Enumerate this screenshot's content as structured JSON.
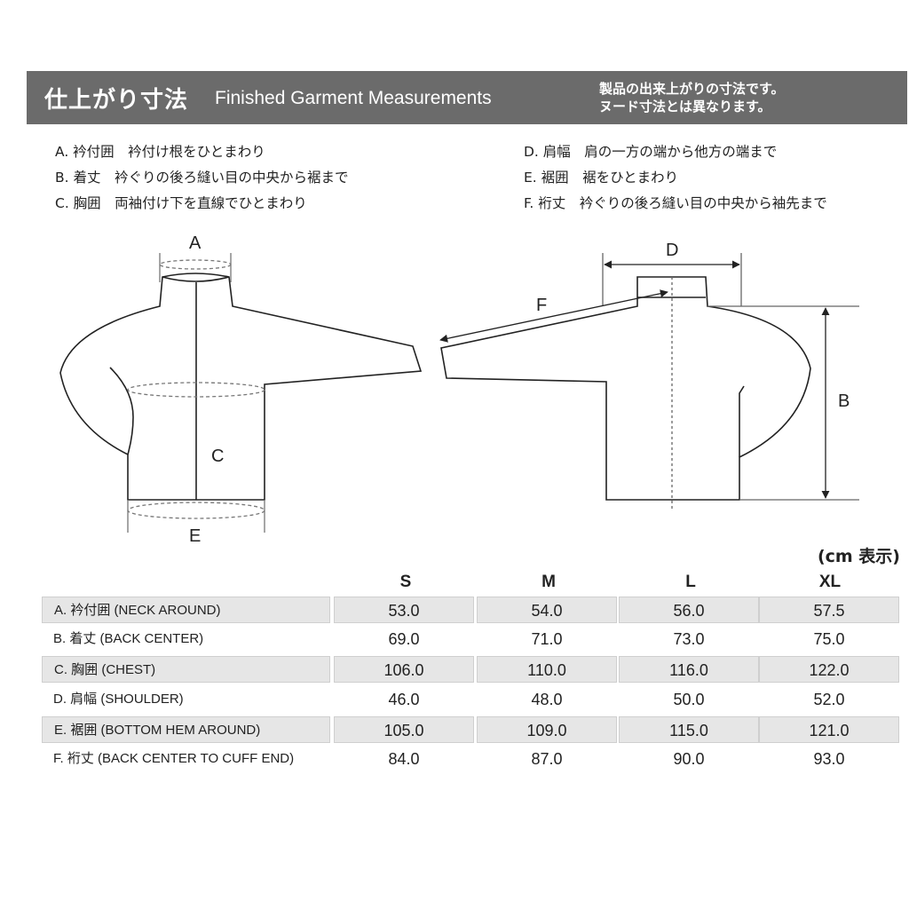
{
  "header": {
    "ja_title": "仕上がり寸法",
    "en_title": "Finished Garment Measurements",
    "note_line1": "製品の出来上がりの寸法です。",
    "note_line2": "ヌード寸法とは異なります。"
  },
  "legend_left": [
    "A. 衿付囲　衿付け根をひとまわり",
    "B. 着丈　衿ぐりの後ろ縫い目の中央から裾まで",
    "C. 胸囲　両袖付け下を直線でひとまわり"
  ],
  "legend_right": [
    "D. 肩幅　肩の一方の端から他方の端まで",
    "E. 裾囲　裾をひとまわり",
    "F. 裄丈　衿ぐりの後ろ縫い目の中央から袖先まで"
  ],
  "diagram_labels": {
    "a": "A",
    "b": "B",
    "c": "C",
    "d": "D",
    "e": "E",
    "f": "F"
  },
  "unit_note": "(cm 表示)",
  "sizes": [
    "S",
    "M",
    "L",
    "XL"
  ],
  "table": [
    {
      "label": "A. 衿付囲 (NECK AROUND)",
      "values": [
        "53.0",
        "54.0",
        "56.0",
        "57.5"
      ]
    },
    {
      "label": "B. 着丈 (BACK CENTER)",
      "values": [
        "69.0",
        "71.0",
        "73.0",
        "75.0"
      ]
    },
    {
      "label": "C. 胸囲 (CHEST)",
      "values": [
        "106.0",
        "110.0",
        "116.0",
        "122.0"
      ]
    },
    {
      "label": "D. 肩幅 (SHOULDER)",
      "values": [
        "46.0",
        "48.0",
        "50.0",
        "52.0"
      ]
    },
    {
      "label": "E. 裾囲 (BOTTOM HEM AROUND)",
      "values": [
        "105.0",
        "109.0",
        "115.0",
        "121.0"
      ]
    },
    {
      "label": "F. 裄丈 (BACK CENTER TO CUFF END)",
      "values": [
        "84.0",
        "87.0",
        "90.0",
        "93.0"
      ]
    }
  ]
}
